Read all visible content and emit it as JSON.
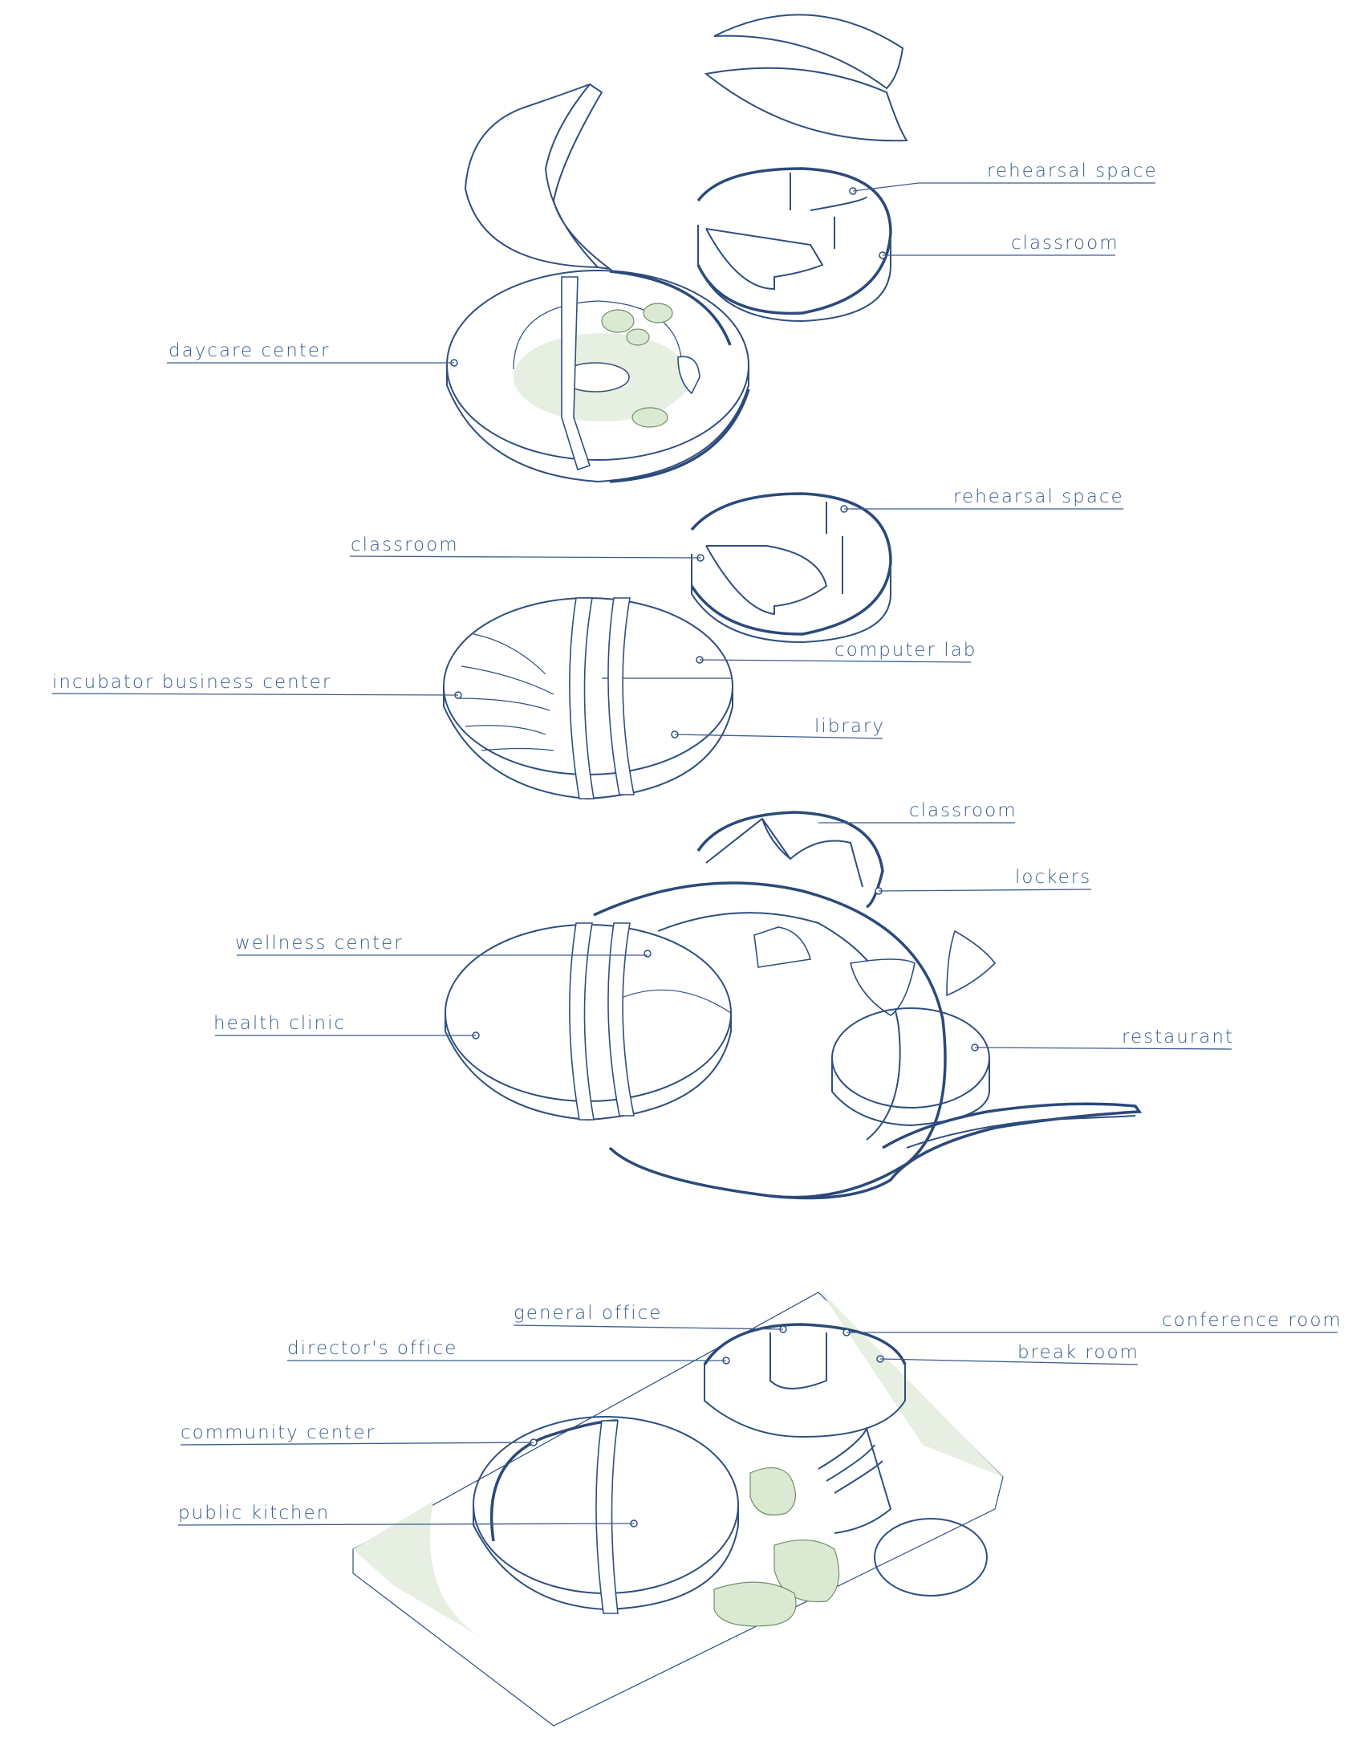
{
  "labels": {
    "rehearsal_space_top": "rehearsal space",
    "classroom_top": "classroom",
    "daycare_center": "daycare center",
    "rehearsal_space_mid": "rehearsal space",
    "classroom_mid": "classroom",
    "computer_lab": "computer lab",
    "incubator_business_center": "incubator business center",
    "library": "library",
    "classroom_third": "classroom",
    "lockers": "lockers",
    "wellness_center": "wellness center",
    "health_clinic": "health clinic",
    "restaurant": "restaurant",
    "general_office": "general office",
    "conference_room": "conference room",
    "directors_office": "director's office",
    "break_room": "break room",
    "community_center": "community center",
    "public_kitchen": "public kitchen"
  },
  "colors": {
    "line": "#2f4f7f",
    "label": "#3b5d8e",
    "landscape_green": "#dbe9d3"
  }
}
